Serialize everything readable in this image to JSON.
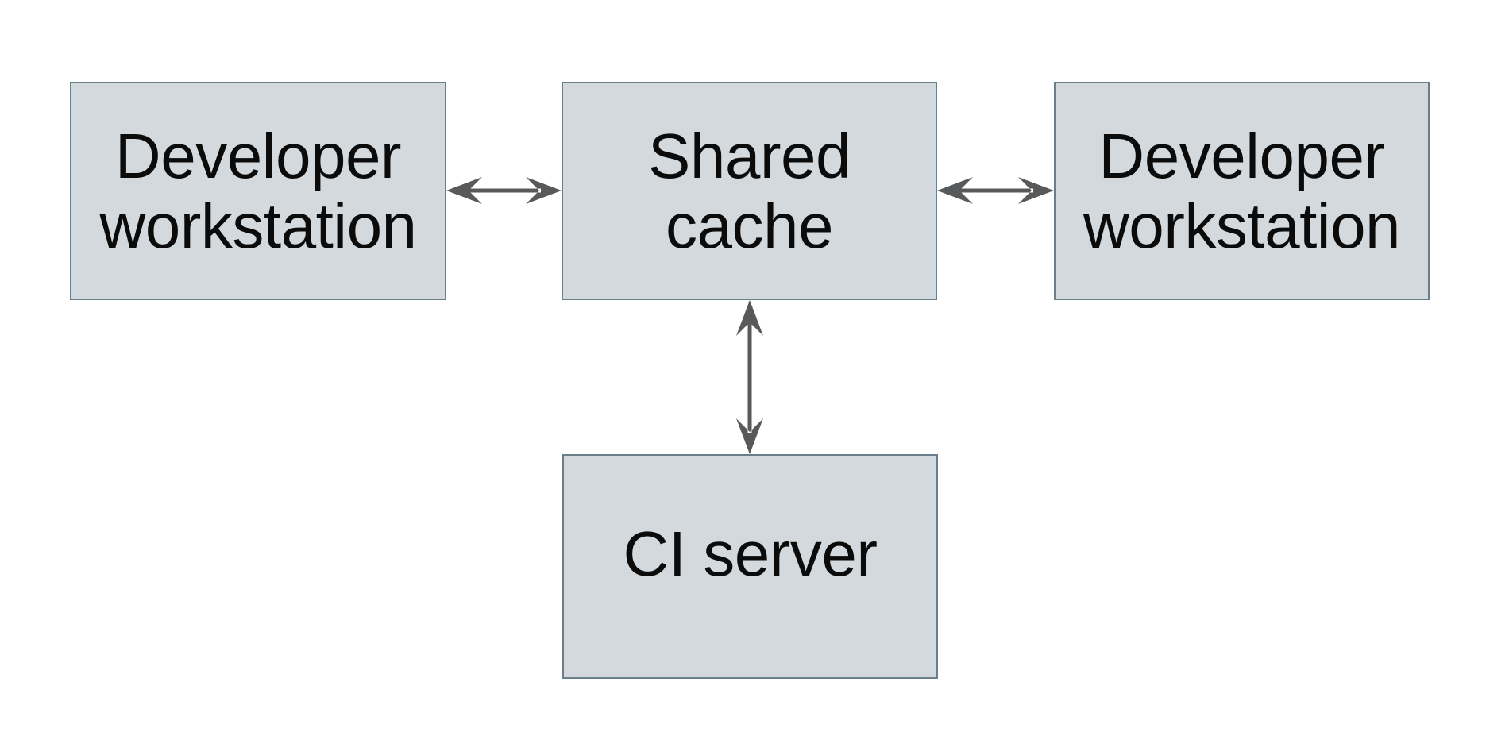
{
  "colors": {
    "background": "#ffffff",
    "node_fill": "#d3d9dc",
    "node_border": "#69808a",
    "arrow": "#58595b",
    "text": "#0b0b0b"
  },
  "diagram": {
    "type": "architecture-diagram",
    "nodes": [
      {
        "id": "developer-workstation-left",
        "label": "Developer workstation",
        "lines": [
          "Developer",
          "workstation"
        ]
      },
      {
        "id": "shared-cache",
        "label": "Shared cache",
        "lines": [
          "Shared",
          "cache"
        ]
      },
      {
        "id": "developer-workstation-right",
        "label": "Developer workstation",
        "lines": [
          "Developer",
          "workstation"
        ]
      },
      {
        "id": "ci-server",
        "label": "CI server",
        "lines": [
          "CI server"
        ]
      }
    ],
    "edges": [
      {
        "from": "developer-workstation-left",
        "to": "shared-cache",
        "direction": "bidirectional"
      },
      {
        "from": "shared-cache",
        "to": "developer-workstation-right",
        "direction": "bidirectional"
      },
      {
        "from": "shared-cache",
        "to": "ci-server",
        "direction": "bidirectional"
      }
    ]
  }
}
